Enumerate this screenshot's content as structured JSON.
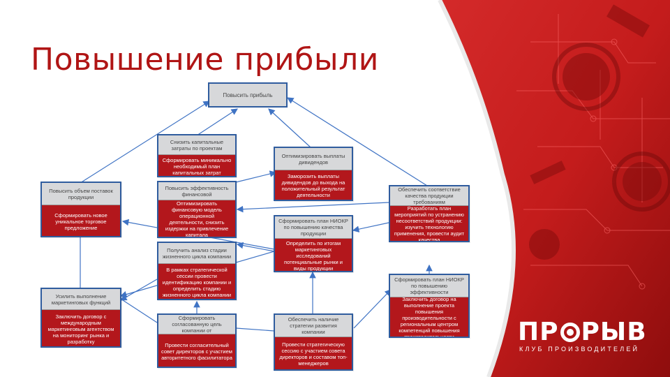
{
  "title": "Повышение прибыли",
  "root": "Повысить прибыль",
  "nodes": {
    "capex": {
      "top": "Снизить капитальные затраты по проектам",
      "bottom": "Сформировать минимально необходимый план капитальных затрат"
    },
    "fin": {
      "top": "Повысить эффективность финансовой",
      "bottom": "Оптимизировать финансовую модель операционной деятельности, снизить издержки на привлечение капитала"
    },
    "lifecycle": {
      "top": "Получить анализ стадии жизненного цикла компании",
      "bottom": "В рамках стратегической сессии провести идентификацию компании и определить стадию жизненного цикла компании"
    },
    "volume": {
      "top": "Повысить объем поставок продукции",
      "bottom": "Сформировать новое уникальное торговое предложение"
    },
    "marketing": {
      "top": "Усилить выполнение маркетинговых функций",
      "bottom": "Заключить договор с международным маркетинговым агентством на мониторинг рынка и разработку"
    },
    "goal": {
      "top": "Сформировать согласованную цель компании от",
      "bottom": "Провести согласительный совет директоров с участием авторитетного фасилитатора"
    },
    "dividends": {
      "top": "Оптимизировать выплаты дивидендов",
      "bottom": "Заморозить выплаты дивидендов до выхода на положительный результат деятельности"
    },
    "rnd": {
      "top": "Сформировать план НИОКР по повышению качества продукции",
      "bottom": "Определить по итогам маркетинговых исследований потенциальные рынки и виды продукции"
    },
    "strategy": {
      "top": "Обеспечить наличие стратегии развития компании",
      "bottom": "Провести стратегическую сессию с участием совета директоров и составом топ-менеджеров"
    },
    "quality": {
      "top": "Обеспечить соответствие качества продукции требованиям",
      "bottom": "Разработать план мероприятий по устранению несоответствий продукции: изучить технологию применения, провести аудит качества"
    },
    "rnd2": {
      "top": "Сформировать план НИОКР по повышению эффективности",
      "bottom": "Заключить договор на выполнение проекта повышения производительности с региональным центром компетенций повышения производительности"
    }
  },
  "logo": {
    "main_left": "ПР",
    "main_right": "РЫВ",
    "sub": "КЛУБ ПРОИЗВОДИТЕЛЕЙ"
  },
  "colors": {
    "accent": "#b01515",
    "node_red": "#b3171c",
    "node_gray": "#d7d8da",
    "border": "#2f5c9e",
    "connector": "#3f73c4"
  }
}
